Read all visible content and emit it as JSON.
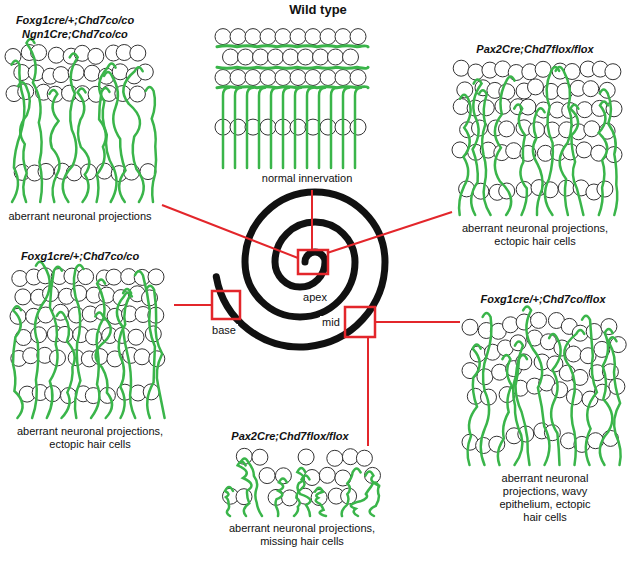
{
  "diagram": {
    "title": "Wild type",
    "labels": [
      "Foxg1cre/+;Chd7co/co",
      "Ngn1Cre;Chd7co/co",
      "normal innervation",
      "aberrant neuronal projections",
      "Pax2Cre;Chd7flox/flox",
      "aberrant neuronal projections, ectopic hair cells",
      "apex",
      "Foxg1cre/+;Chd7co/co",
      "base",
      "aberrant neuronal projections, ectopic hair cells",
      "mid",
      "Foxg1cre/+;Chd7co/flox",
      "aberrant neuronal projections, wavy epithelium, ectopic hair cells",
      "Pax2Cre;Chd7flox/flox",
      "aberrant neuronal projections, missing hair cells"
    ]
  }
}
